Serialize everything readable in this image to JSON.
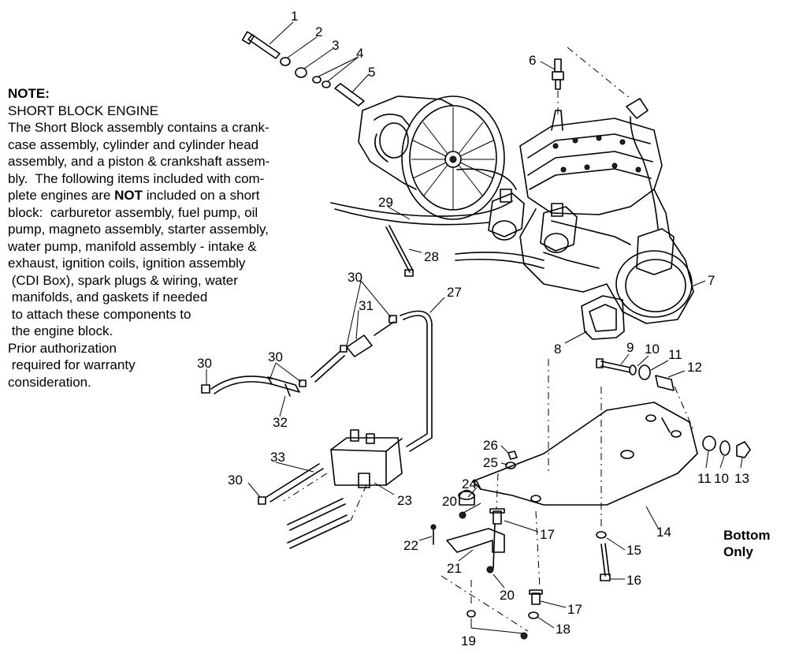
{
  "note": {
    "title": "NOTE:",
    "subtitle": "SHORT BLOCK ENGINE",
    "lines": [
      "The Short Block assembly contains a crank-",
      "case assembly, cylinder and cylinder head",
      "assembly, and a piston & crankshaft assem-",
      "bly.  The following items included with com-"
    ],
    "line5_pre": "plete engines are ",
    "line5_bold": "NOT",
    "line5_post": " included on a short",
    "lines_after": [
      "block:  carburetor assembly, fuel pump, oil",
      "pump, magneto assembly, starter assembly,",
      "water pump, manifold assembly - intake &",
      "exhaust, ignition coils, ignition assembly",
      " (CDI Box), spark plugs & wiring, water",
      " manifolds, and gaskets if needed",
      " to attach these components to",
      " the engine block.",
      "Prior authorization",
      " required for warranty",
      "consideration."
    ]
  },
  "bottom_only": {
    "line1": "Bottom",
    "line2": "Only"
  },
  "callouts": {
    "c1": "1",
    "c2": "2",
    "c3": "3",
    "c4": "4",
    "c5": "5",
    "c6": "6",
    "c7": "7",
    "c8": "8",
    "c9": "9",
    "c10a": "10",
    "c11a": "11",
    "c12": "12",
    "c11b": "11",
    "c10b": "10",
    "c13": "13",
    "c14": "14",
    "c15": "15",
    "c16": "16",
    "c17a": "17",
    "c17b": "17",
    "c18": "18",
    "c19": "19",
    "c20a": "20",
    "c20b": "20",
    "c21": "21",
    "c22": "22",
    "c23": "23",
    "c24": "24",
    "c25": "25",
    "c26": "26",
    "c27": "27",
    "c28": "28",
    "c29": "29",
    "c30a": "30",
    "c30b": "30",
    "c30c": "30",
    "c30d": "30",
    "c31": "31",
    "c32": "32",
    "c33": "33"
  }
}
